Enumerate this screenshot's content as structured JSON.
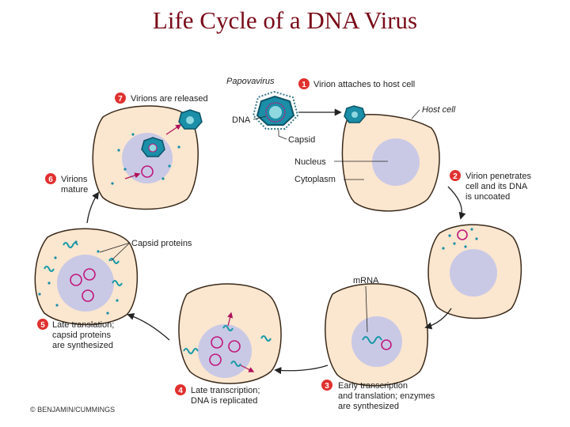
{
  "title": "Life Cycle of a DNA Virus",
  "copyright": "© BENJAMIN/CUMMINGS",
  "colors": {
    "title": "#7a0a18",
    "cell_fill": "#fbe6cf",
    "cell_stroke": "#3a2a1a",
    "nucleus": "#c9c9e6",
    "step_badge": "#e0312f",
    "virion": "#1b8ea8",
    "dna_ring": "#c0187a",
    "mrna": "#1a9aa8"
  },
  "virus_labels": {
    "name": "Papovavirus",
    "dna": "DNA",
    "capsid": "Capsid",
    "host_cell": "Host cell",
    "nucleus": "Nucleus",
    "cytoplasm": "Cytoplasm",
    "mrna": "mRNA",
    "capsid_proteins": "Capsid proteins"
  },
  "steps": [
    {
      "number": "1",
      "lines": [
        "Virion attaches to host cell"
      ]
    },
    {
      "number": "2",
      "lines": [
        "Virion penetrates",
        "cell and its DNA",
        "is uncoated"
      ]
    },
    {
      "number": "3",
      "lines": [
        "Early transcription",
        "and translation; enzymes",
        "are synthesized"
      ]
    },
    {
      "number": "4",
      "lines": [
        "Late transcription;",
        "DNA is replicated"
      ]
    },
    {
      "number": "5",
      "lines": [
        "Late translation;",
        "capsid proteins",
        "are synthesized"
      ]
    },
    {
      "number": "6",
      "lines": [
        "Virions",
        "mature"
      ]
    },
    {
      "number": "7",
      "lines": [
        "Virions are released"
      ]
    }
  ]
}
